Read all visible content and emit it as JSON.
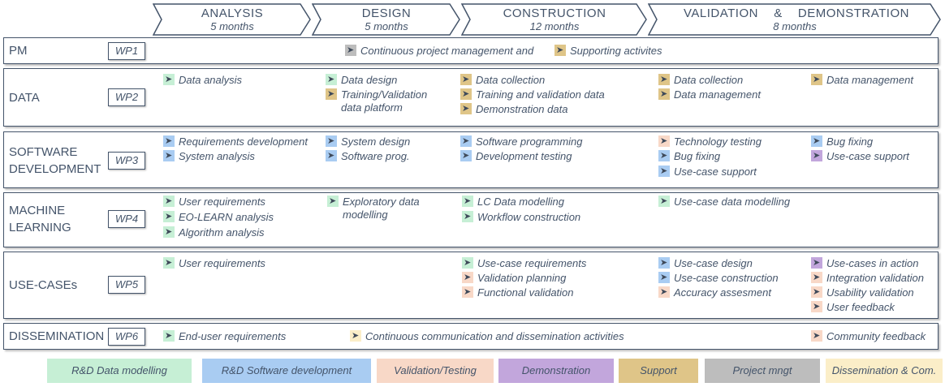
{
  "colors": {
    "rd_data": "#c6efd5",
    "rd_soft": "#a9ccf2",
    "valid": "#f8d8c7",
    "demo": "#c2a6dc",
    "support": "#dfc588",
    "pm": "#bdbdbd",
    "dissem": "#fbeec8"
  },
  "phases": [
    {
      "name": "ANALYSIS",
      "months": "5 months"
    },
    {
      "name": "DESIGN",
      "months": "5 months"
    },
    {
      "name": "CONSTRUCTION",
      "months": "12 months"
    },
    {
      "name_a": "VALIDATION",
      "name_b": "&",
      "name_c": "DEMONSTRATION",
      "months": "8 months"
    }
  ],
  "rows": {
    "pm": {
      "label": "PM",
      "code": "WP1",
      "t1": "Continuous project management and",
      "t2": "Supporting activites"
    },
    "data": {
      "label": "DATA",
      "code": "WP2",
      "t1": "Data analysis",
      "t2": "Data design",
      "t3a": "Training/Validation",
      "t3b": "data platform",
      "t4": "Data collection",
      "t5": "Training and validation data",
      "t6": "Demonstration data",
      "t7": "Data collection",
      "t8": "Data management",
      "t9": "Data management"
    },
    "soft": {
      "label_a": "SOFTWARE",
      "label_b": "DEVELOPMENT",
      "code": "WP3",
      "t1": "Requirements development",
      "t2": "System analysis",
      "t3": "System design",
      "t4": "Software prog.",
      "t5": "Software programming",
      "t6": "Development testing",
      "t7": "Technology testing",
      "t8": "Bug fixing",
      "t9": "Use-case support",
      "t10": "Bug fixing",
      "t11": "Use-case support"
    },
    "ml": {
      "label_a": "MACHINE",
      "label_b": "LEARNING",
      "code": "WP4",
      "t1": "User requirements",
      "t2": "EO-LEARN analysis",
      "t3": "Algorithm analysis",
      "t4a": "Exploratory data",
      "t4b": "modelling",
      "t5": "LC Data modelling",
      "t6": "Workflow construction",
      "t7": "Use-case data modelling"
    },
    "uc": {
      "label": "USE-CASEs",
      "code": "WP5",
      "t1": "User requirements",
      "t2": "Use-case requirements",
      "t3": "Validation planning",
      "t4": "Functional validation",
      "t5": "Use-case design",
      "t6": "Use-case construction",
      "t7": "Accuracy assesment",
      "t8": "Use-cases in action",
      "t9": "Integration validation",
      "t10": "Usability validation",
      "t11": "User feedback"
    },
    "dis": {
      "label": "DISSEMINATION",
      "code": "WP6",
      "t1": "End-user requirements",
      "t2": "Continuous communication and dissemination activities",
      "t3": "Community feedback"
    }
  },
  "legend": [
    "R&D Data modelling",
    "R&D Software development",
    "Validation/Testing",
    "Demonstration",
    "Support",
    "Project mngt",
    "Dissemination & Com."
  ]
}
